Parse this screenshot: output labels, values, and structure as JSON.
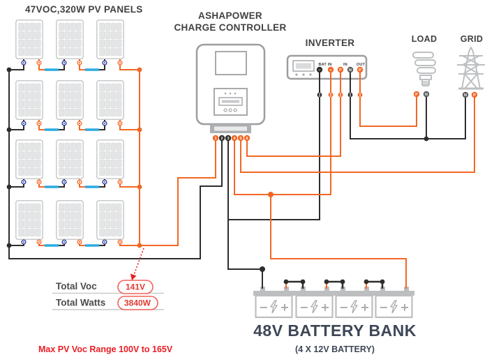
{
  "colors": {
    "orange": "#F26724",
    "black": "#2E2D2C",
    "blue": "#29ABE2",
    "gray": "#BCBEC0",
    "gray_dark": "#A7A9AC",
    "red": "#EC1C24",
    "box_red": "#F2605A",
    "value_red": "#DF3B33",
    "text_dark": "#414042",
    "battery_text": "#3D4757"
  },
  "pv": {
    "title": "47VOC,320W PV PANELS"
  },
  "controller": {
    "title_line1": "ASHAPOWER",
    "title_line2": "CHARGE CONTROLLER",
    "terminals": [
      "1",
      "2",
      "3",
      "4",
      "5",
      "6"
    ]
  },
  "inverter": {
    "title": "INVERTER",
    "label_bat_in": "BAT IN",
    "label_in": "IN",
    "label_out": "OUT",
    "terminals": [
      "−",
      "+",
      "P",
      "N",
      "P"
    ]
  },
  "load": {
    "title": "LOAD",
    "terminal_p": "P",
    "terminal_n": "N"
  },
  "grid": {
    "title": "GRID",
    "terminal_p": "P",
    "terminal_n": "N"
  },
  "battery": {
    "title": "48V BATTERY BANK",
    "subtitle": "(4 X 12V BATTERY)",
    "minus": "−",
    "plus": "+"
  },
  "totals": {
    "voc_label": "Total Voc",
    "voc_value": "141V",
    "watts_label": "Total Watts",
    "watts_value": "3840W"
  },
  "warning": "Max PV Voc Range 100V to 165V"
}
